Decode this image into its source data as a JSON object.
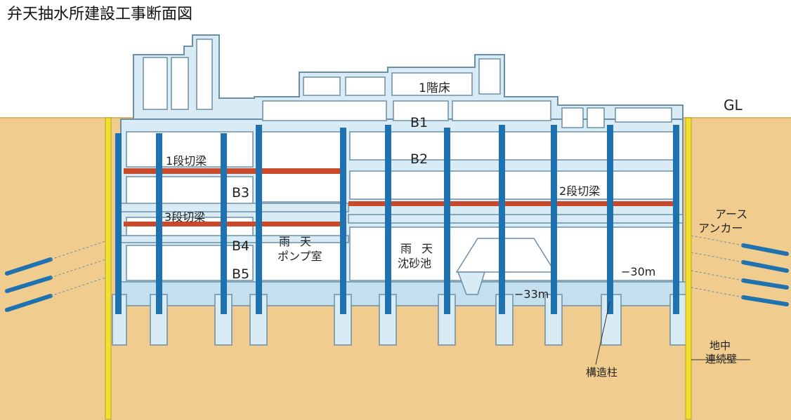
{
  "title": "弁天抽水所建設工事断面図",
  "labels": {
    "gl": "GL",
    "floor1": "1階床",
    "b1": "B1",
    "b2": "B2",
    "b3": "B3",
    "b4": "B4",
    "b5": "B5",
    "strut1": "1段切梁",
    "strut2": "2段切梁",
    "strut3": "3段切梁",
    "pump_room_1": "雨天",
    "pump_room_2": "ポンプ室",
    "sand_basin_1": "雨天",
    "sand_basin_2": "沈砂池",
    "depth_30": "−30m",
    "depth_33": "−33m",
    "ground_anchor_1": "アース",
    "ground_anchor_2": "アンカー",
    "structural_column": "構造柱",
    "diaphragm_wall_1": "地中",
    "diaphragm_wall_2": "連続壁"
  },
  "colors": {
    "soil": "#f0cc8e",
    "soil_edge": "#e2b56e",
    "concrete": "#d9ecf5",
    "concrete_edge": "#6b8fa6",
    "column": "#1f72b0",
    "strut": "#c84a2a",
    "diaphragm_wall": "#f2e02f",
    "anchor": "#1f72b0"
  }
}
